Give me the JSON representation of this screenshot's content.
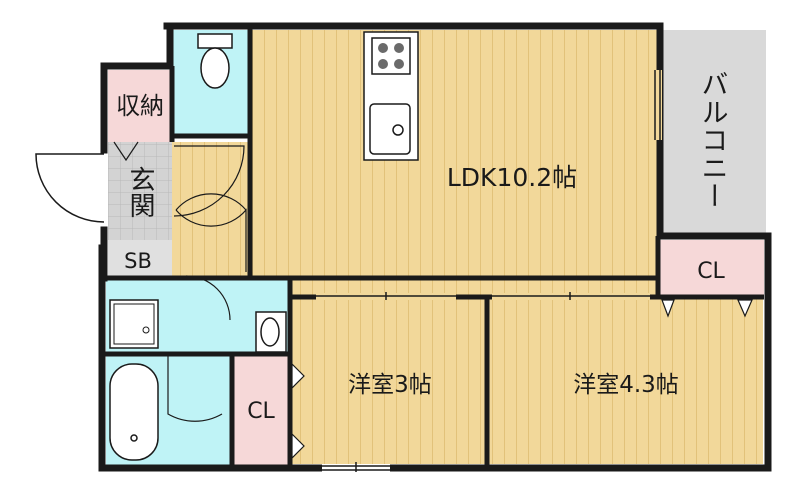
{
  "rooms": {
    "ldk": "LDK10.2帖",
    "bedroom_left": "洋室3帖",
    "bedroom_right": "洋室4.3帖",
    "balcony": "バルコニー",
    "storage": "収納",
    "entrance": "玄関",
    "shoe_box": "SB",
    "closet_right": "CL",
    "closet_bottom": "CL"
  },
  "colors": {
    "wood_floor": "#f2d89a",
    "wood_line": "#e2c27a",
    "wet_area": "#bff3f6",
    "closet": "#f6d8d8",
    "balcony": "#d9d9d9",
    "entrance_tile": "#d3d3d3",
    "wall": "#1a1a1a"
  },
  "icons": [
    "stove-icon",
    "kitchen-sink-icon",
    "toilet-icon",
    "washer-pan-icon",
    "wash-basin-icon",
    "bathtub-icon",
    "front-door-icon"
  ]
}
